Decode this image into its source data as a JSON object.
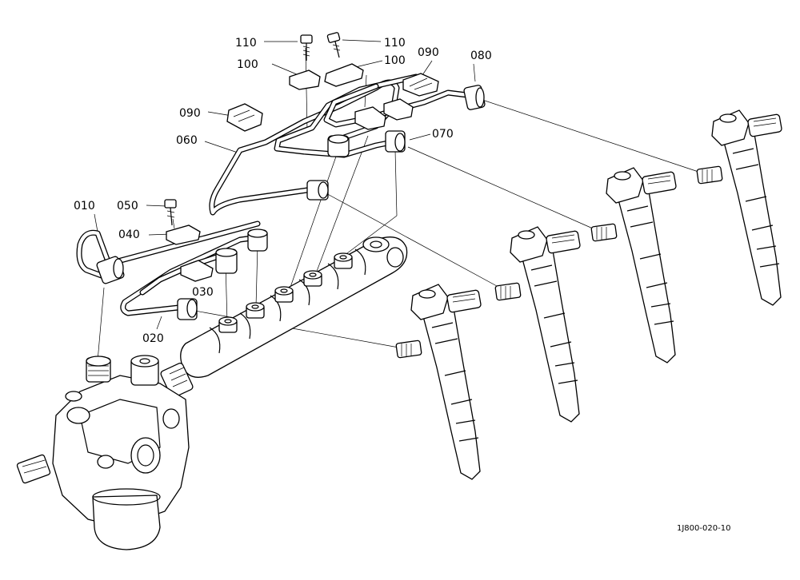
{
  "figure": {
    "drawing_code": "1J800-020-10"
  },
  "callouts": [
    {
      "id": "c110a",
      "text": "110"
    },
    {
      "id": "c110b",
      "text": "110"
    },
    {
      "id": "c100a",
      "text": "100"
    },
    {
      "id": "c100b",
      "text": "100"
    },
    {
      "id": "c090a",
      "text": "090"
    },
    {
      "id": "c090b",
      "text": "090"
    },
    {
      "id": "c080",
      "text": "080"
    },
    {
      "id": "c070",
      "text": "070"
    },
    {
      "id": "c060",
      "text": "060"
    },
    {
      "id": "c050",
      "text": "050"
    },
    {
      "id": "c040",
      "text": "040"
    },
    {
      "id": "c010",
      "text": "010"
    },
    {
      "id": "c030",
      "text": "030"
    },
    {
      "id": "c020",
      "text": "020"
    }
  ]
}
